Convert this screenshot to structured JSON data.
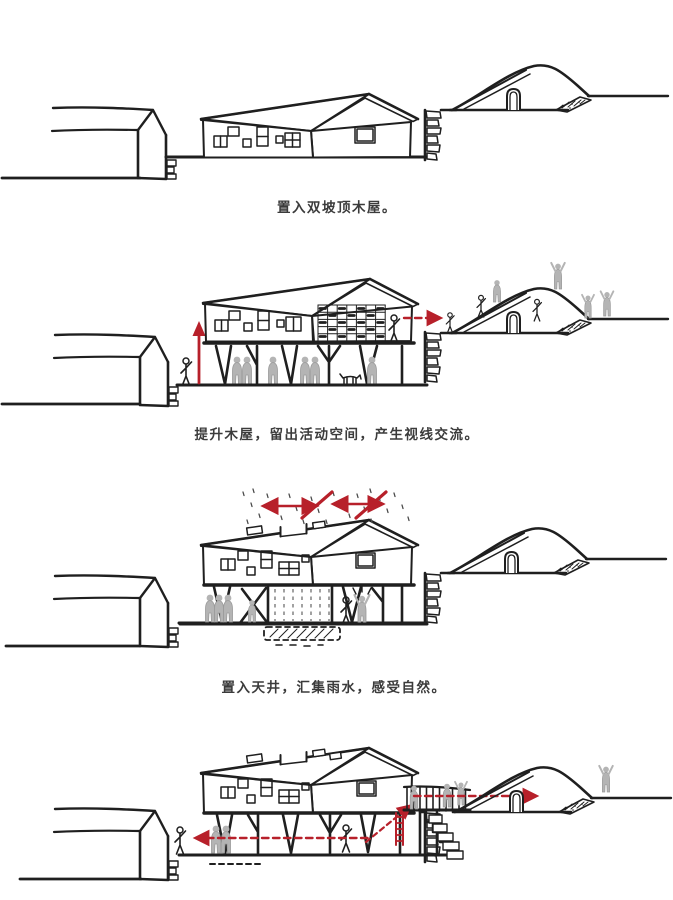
{
  "colors": {
    "paper": "#ffffff",
    "ink": "#1f1f1f",
    "accent_red": "#b7202a",
    "figure_gray": "#b4b4b4",
    "caption": "#3b3b3b"
  },
  "panels": [
    {
      "step": 1,
      "caption": "置入双坡顶木屋。"
    },
    {
      "step": 2,
      "caption": "提升木屋，留出活动空间，产生视线交流。"
    },
    {
      "step": 3,
      "caption": "置入天井，汇集雨水，感受自然。"
    },
    {
      "step": 4
    }
  ]
}
